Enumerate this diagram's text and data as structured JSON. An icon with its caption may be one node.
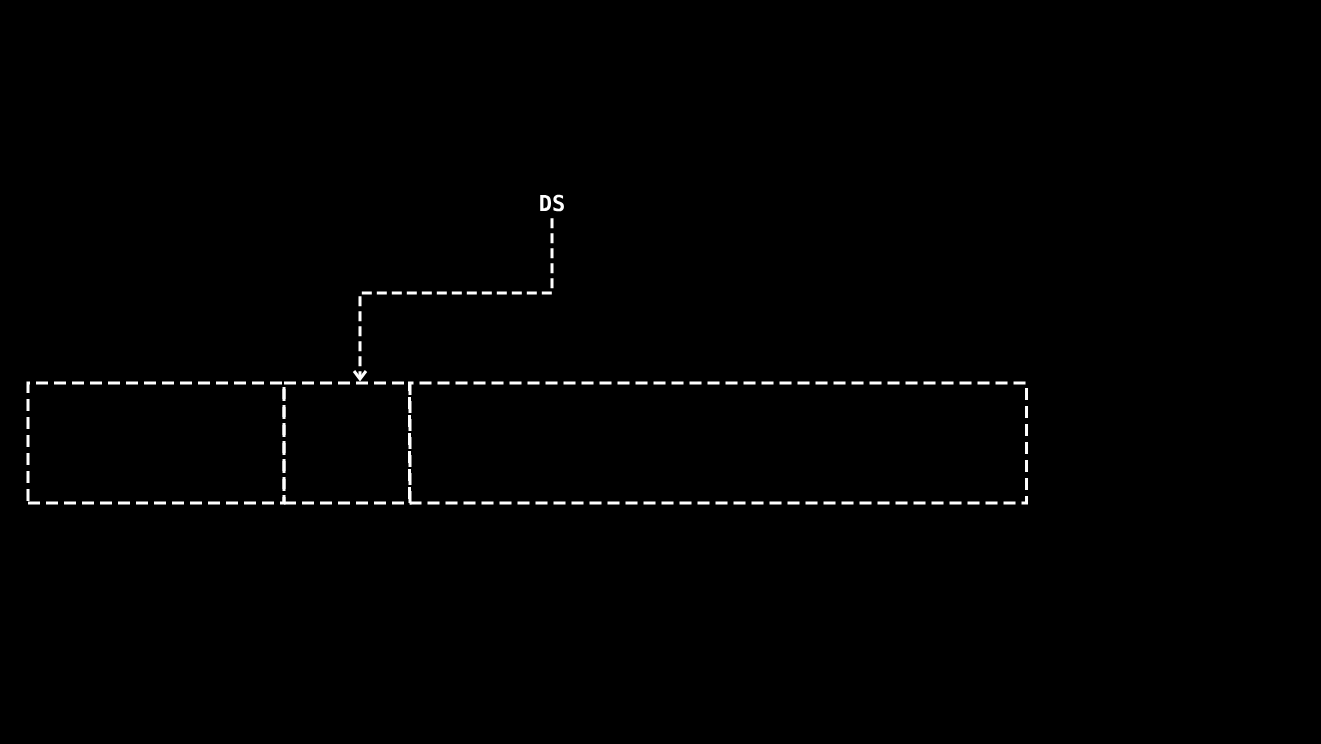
{
  "diagram": {
    "nodes": [
      {
        "text": [
          "DS"
        ]
      },
      {
        "text": [],
        "shape": "box"
      },
      {
        "text": [],
        "shape": "box"
      },
      {
        "text": [],
        "shape": "box"
      }
    ],
    "edges": [
      {
        "from": 0,
        "to": 2,
        "arrow": "to"
      }
    ]
  }
}
